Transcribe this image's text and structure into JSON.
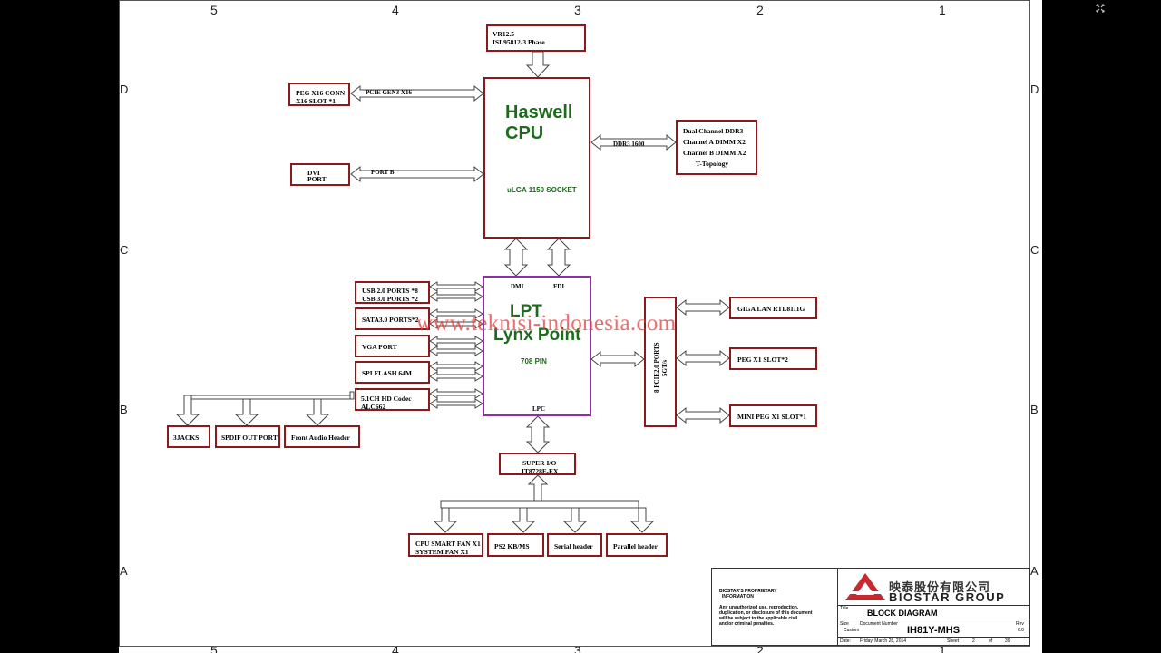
{
  "zones": {
    "columns": [
      "5",
      "4",
      "3",
      "2",
      "1"
    ],
    "rows": [
      "D",
      "C",
      "B",
      "A"
    ]
  },
  "watermark": "www.teknisi-indonesia.com",
  "cpu": {
    "title_line1": "Haswell",
    "title_line2": "CPU",
    "socket": "uLGA 1150 SOCKET"
  },
  "pch": {
    "title_line1": "LPT",
    "title_line2": "Lynx Point",
    "pins": "708 PIN",
    "dmi": "DMI",
    "fdi": "FDI",
    "lpc": "LPC"
  },
  "vr": [
    "VR12.5",
    "ISL95812-3 Phase"
  ],
  "peg_x16": [
    "PEG X16 CONN",
    "X16 SLOT *1"
  ],
  "pcie_gen3_label": "PCIE GEN3 X16",
  "dvi": [
    "DVI",
    "PORT"
  ],
  "port_b_label": "PORT B",
  "ddr3_label": "DDR3 1600",
  "ddr3_box": [
    "Dual Channel DDR3",
    "Channel A DIMM X2",
    "Channel B DIMM X2",
    "T-Topology"
  ],
  "usb": [
    "USB 2.0 PORTS *8",
    "USB 3.0 PORTS *2"
  ],
  "sata": "SATA3.0 PORTS*2",
  "vga": "VGA PORT",
  "spi": "SPI FLASH 64M",
  "audio": [
    "5.1CH HD Codec",
    "ALC662"
  ],
  "jacks": "3JACKS",
  "spdif": "SPDIF OUT PORT",
  "front_audio": "Front Audio Header",
  "pcie_ports_vertical": [
    "8 PCIE2.0 PORTS",
    "5GT/s"
  ],
  "giga_lan": "GIGA LAN RTL8111G",
  "peg_x1": "PEG X1 SLOT*2",
  "mini_peg": "MINI PEG X1 SLOT*1",
  "super_io": [
    "SUPER I/O",
    "IT8728F-EX"
  ],
  "fans": [
    "CPU SMART FAN X1",
    "SYSTEM FAN X1"
  ],
  "ps2": "PS2 KB/MS",
  "serial": "Serial header",
  "parallel": "Parallel header",
  "title_block": {
    "proprietary": [
      "BIOSTAR'S PROPRIETARY",
      "INFORMATION"
    ],
    "notice": [
      "Any unauthorized use, reproduction,",
      "duplication, or disclosure of this document",
      "will be subject to the applicable civil",
      "and/or criminal penalties."
    ],
    "company_cn": "映泰股份有限公司",
    "company_en": "BIOSTAR GROUP",
    "title_label": "Title",
    "title": "BLOCK DIAGRAM",
    "size_label": "Size",
    "size_value": "Custom",
    "docnum_label": "Document Number",
    "docnum": "IH81Y-MHS",
    "rev_label": "Rev",
    "rev": "6.0",
    "date_label": "Date:",
    "date": "Friday, March 28, 2014",
    "sheet_label": "Sheet",
    "sheet": "2",
    "of_label": "of",
    "total": "39"
  },
  "colors": {
    "box_border": "#8b1a1a",
    "pch_border": "#8e2fa8",
    "title_green": "#1e6b1e",
    "watermark": "#e63c3c",
    "logo_red": "#c8282e"
  },
  "icons": [
    "fullscreen-icon"
  ]
}
